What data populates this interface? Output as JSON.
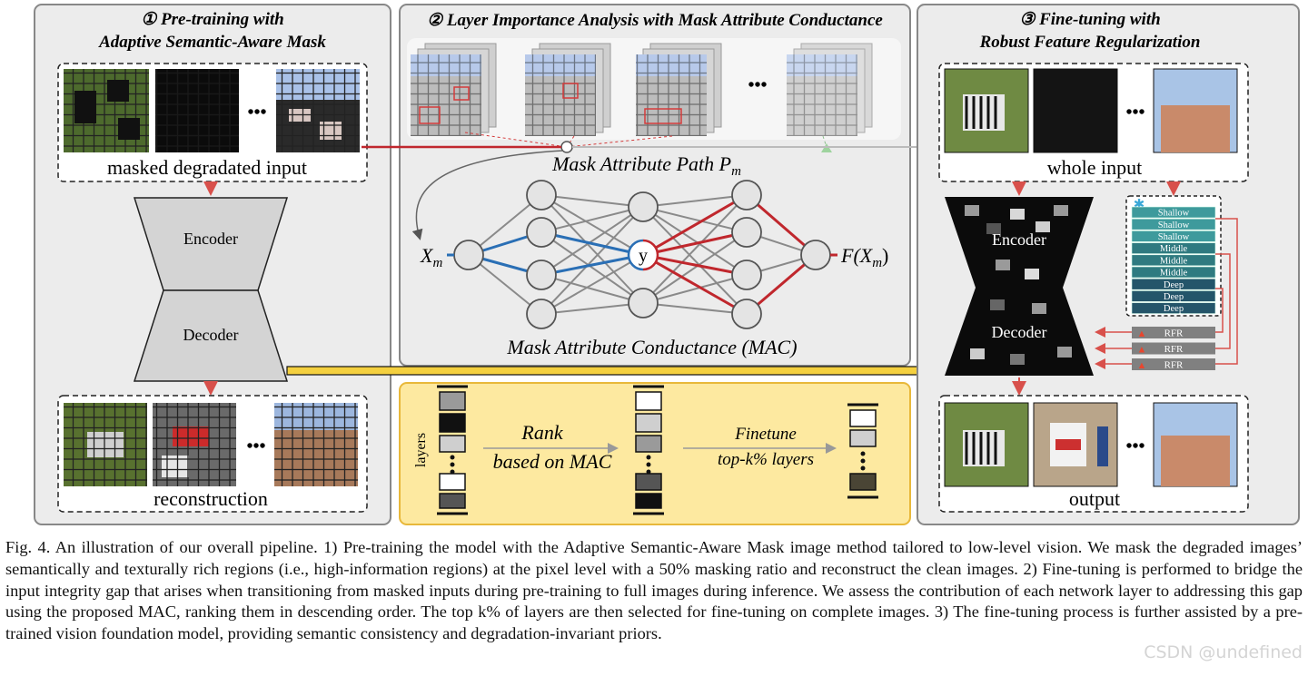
{
  "panel1": {
    "title_line1": "① Pre-training with",
    "title_line2": "Adaptive Semantic-Aware Mask",
    "input_label": "masked degradated input",
    "encoder": "Encoder",
    "decoder": "Decoder",
    "reconstruction_label": "reconstruction",
    "dots": "•••"
  },
  "panel2": {
    "title": "② Layer Importance Analysis with Mask Attribute Conductance",
    "path_label": "Mask Attribute Path P",
    "path_sub": "m",
    "x_label": "X",
    "x_sub": "m",
    "y_label": "y",
    "f_label": "F(X",
    "f_sub": "m",
    "f_close": ")",
    "mac_label": "Mask Attribute Conductance (MAC)",
    "dots": "•••"
  },
  "panel_rank": {
    "layers_label": "layers",
    "rank_line1": "Rank",
    "rank_line2": "based on MAC",
    "finetune_line1": "Finetune",
    "finetune_line2": "top-k% layers"
  },
  "panel3": {
    "title_line1": "③ Fine-tuning with",
    "title_line2": "Robust Feature Regularization",
    "input_label": "whole input",
    "encoder": "Encoder",
    "decoder": "Decoder",
    "output_label": "output",
    "dots": "•••",
    "layer_stack": [
      "Shallow",
      "Shallow",
      "Shallow",
      "Middle",
      "Middle",
      "Middle",
      "Deep",
      "Deep",
      "Deep"
    ],
    "rfr": [
      "RFR",
      "RFR",
      "RFR"
    ]
  },
  "caption": "Fig. 4.  An illustration of our overall pipeline. 1) Pre-training the model with the Adaptive Semantic-Aware Mask image method tailored to low-level vision. We mask the degraded images’ semantically and texturally rich regions (i.e., high-information regions) at the pixel level with a 50% masking ratio and reconstruct the clean images. 2) Fine-tuning is performed to bridge the input integrity gap that arises when transitioning from masked inputs during pre-training to full images during inference. We assess the contribution of each network layer to addressing this gap using the proposed MAC, ranking them in descending order. The top k% of layers are then selected for fine-tuning on complete images. 3) The fine-tuning process is further assisted by a pre-trained vision foundation model, providing semantic consistency and degradation-invariant priors.",
  "watermark": "CSDN @undefined",
  "colors": {
    "red": "#c0272d",
    "blue": "#2a6fb5",
    "yellow": "#fde9a0",
    "teal": "#2f6f78"
  }
}
